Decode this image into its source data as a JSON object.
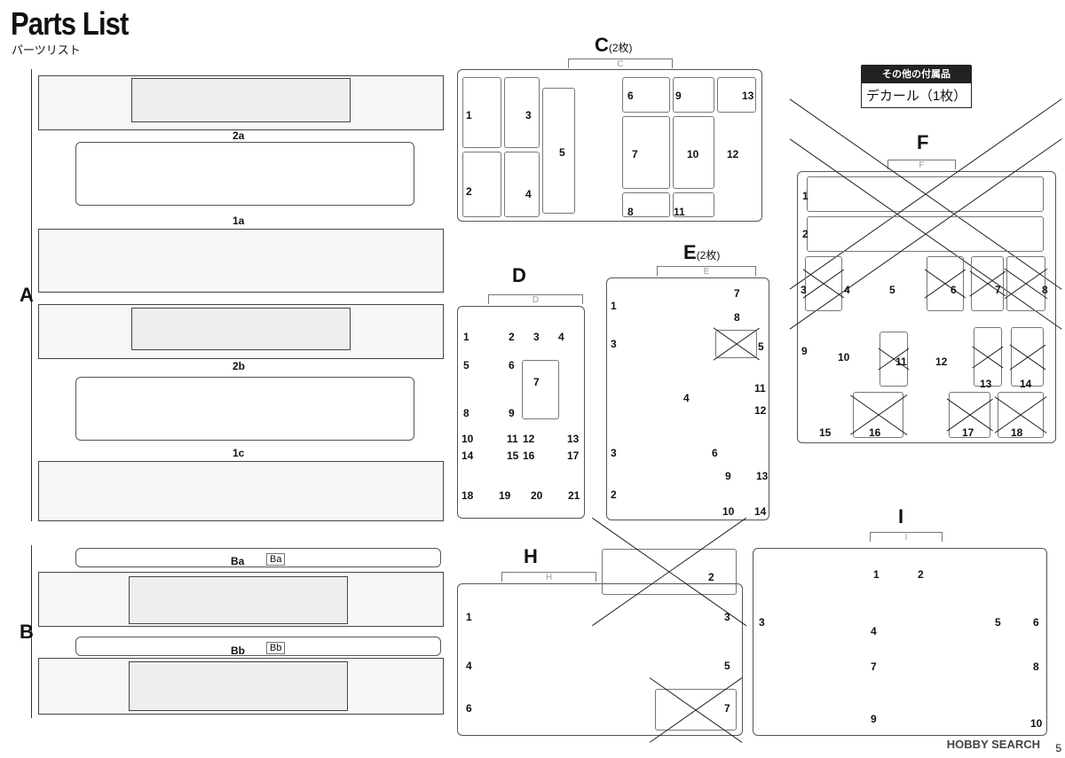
{
  "header": {
    "title": "Parts List",
    "subtitle": "パーツリスト"
  },
  "accessories": {
    "heading": "その他の付属品",
    "item": "デカール（1枚）"
  },
  "groups": {
    "A": "A",
    "B": "B"
  },
  "sprue_A": {
    "tab": "A",
    "parts": [
      "2a",
      "1a",
      "2b",
      "1c"
    ]
  },
  "sprue_B": {
    "parts": [
      "Ba",
      "Bb"
    ],
    "tabs": [
      "Ba",
      "Bb"
    ]
  },
  "sprue_C": {
    "letter": "C",
    "count": "(2枚)",
    "tab": "C",
    "parts": [
      "1",
      "2",
      "3",
      "4",
      "5",
      "6",
      "7",
      "8",
      "9",
      "10",
      "11",
      "12",
      "13"
    ]
  },
  "sprue_D": {
    "letter": "D",
    "tab": "D",
    "parts": [
      "1",
      "2",
      "3",
      "4",
      "5",
      "6",
      "7",
      "8",
      "9",
      "10",
      "11",
      "12",
      "13",
      "14",
      "15",
      "16",
      "17",
      "18",
      "19",
      "20",
      "21"
    ]
  },
  "sprue_E": {
    "letter": "E",
    "count": "(2枚)",
    "tab": "E",
    "parts": [
      "1",
      "7",
      "8",
      "3",
      "5",
      "4",
      "11",
      "12",
      "3",
      "6",
      "2",
      "9",
      "13",
      "10",
      "14"
    ]
  },
  "sprue_F": {
    "letter": "F",
    "tab": "F",
    "parts": [
      "1",
      "2",
      "3",
      "4",
      "5",
      "6",
      "7",
      "8",
      "9",
      "10",
      "11",
      "12",
      "13",
      "14",
      "15",
      "16",
      "17",
      "18"
    ]
  },
  "sprue_H": {
    "letter": "H",
    "tab": "H",
    "parts": [
      "1",
      "2",
      "3",
      "4",
      "5",
      "6",
      "7"
    ]
  },
  "sprue_I": {
    "letter": "I",
    "tab": "I",
    "parts": [
      "1",
      "2",
      "3",
      "4",
      "5",
      "6",
      "7",
      "8",
      "9",
      "10"
    ]
  },
  "footer": {
    "watermark": "HOBBY SEARCH",
    "page_number": "5"
  }
}
